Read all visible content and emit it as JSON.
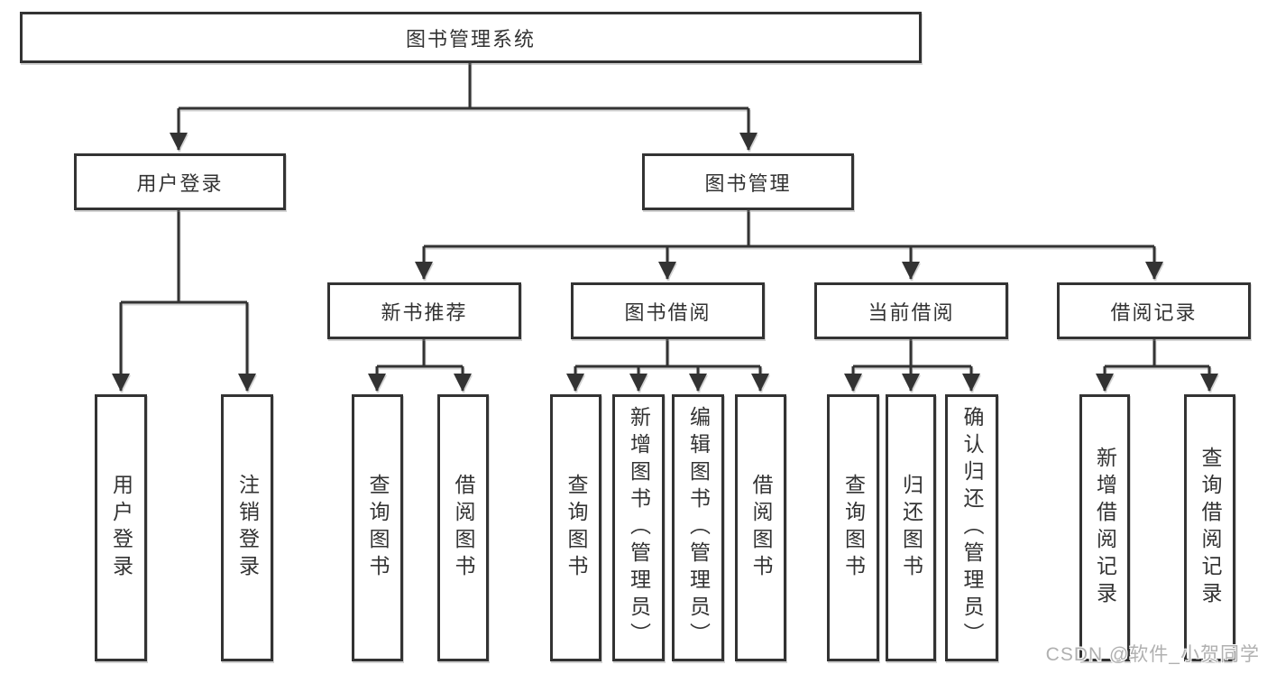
{
  "diagram_type": "functional-structure-tree",
  "colors": {
    "line": "#333333",
    "box_border": "#333333",
    "text": "#333333",
    "background": "#ffffff",
    "watermark": "#b0b0b0"
  },
  "tree": {
    "label": "图书管理系统",
    "children": [
      {
        "label": "用户登录",
        "children": [
          {
            "label": "用户登录"
          },
          {
            "label": "注销登录"
          }
        ]
      },
      {
        "label": "图书管理",
        "children": [
          {
            "label": "新书推荐",
            "children": [
              {
                "label": "查询图书"
              },
              {
                "label": "借阅图书"
              }
            ]
          },
          {
            "label": "图书借阅",
            "children": [
              {
                "label": "查询图书"
              },
              {
                "label": "新增图书（管理员）"
              },
              {
                "label": "编辑图书（管理员）"
              },
              {
                "label": "借阅图书"
              }
            ]
          },
          {
            "label": "当前借阅",
            "children": [
              {
                "label": "查询图书"
              },
              {
                "label": "归还图书"
              },
              {
                "label": "确认归还（管理员）"
              }
            ]
          },
          {
            "label": "借阅记录",
            "children": [
              {
                "label": "新增借阅记录"
              },
              {
                "label": "查询借阅记录"
              }
            ]
          }
        ]
      }
    ]
  },
  "watermark": {
    "text": "CSDN @软件_小贺同学"
  }
}
